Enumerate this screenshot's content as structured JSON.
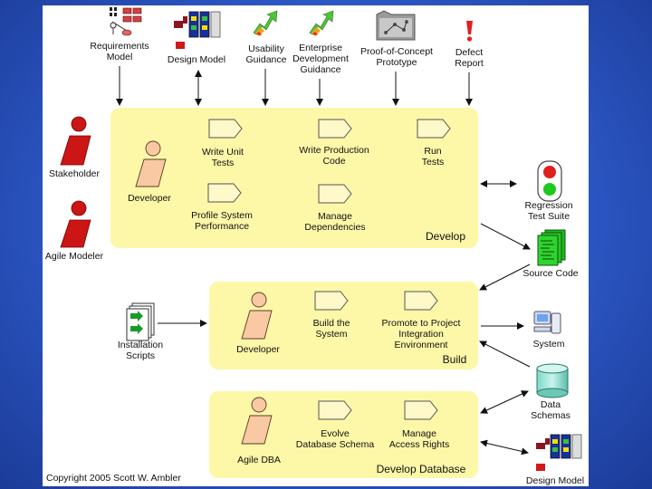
{
  "artifacts": {
    "requirements_model": "Requirements\nModel",
    "design_model": "Design Model",
    "usability_guidance": "Usability\nGuidance",
    "enterprise_guidance": "Enterprise\nDevelopment\nGuidance",
    "poc_prototype": "Proof-of-Concept\nPrototype",
    "defect_report": "Defect\nReport"
  },
  "actors": {
    "stakeholder": "Stakeholder",
    "agile_modeler": "Agile Modeler",
    "developer_develop": "Developer",
    "developer_build": "Developer",
    "agile_dba": "Agile DBA"
  },
  "develop": {
    "title": "Develop",
    "write_unit_tests": "Write Unit\nTests",
    "write_production_code": "Write Production\nCode",
    "run_tests": "Run\nTests",
    "profile_performance": "Profile System\nPerformance",
    "manage_dependencies": "Manage\nDependencies"
  },
  "build": {
    "title": "Build",
    "build_system": "Build the\nSystem",
    "promote": "Promote to Project\nIntegration\nEnvironment"
  },
  "develop_database": {
    "title": "Develop Database",
    "evolve_schema": "Evolve\nDatabase Schema",
    "manage_access": "Manage\nAccess Rights"
  },
  "right_artifacts": {
    "regression_suite": "Regression\nTest Suite",
    "source_code": "Source Code",
    "system": "System",
    "data_schemas": "Data\nSchemas",
    "design_model": "Design Model"
  },
  "left_artifacts": {
    "installation_scripts": "Installation\nScripts"
  },
  "copyright": "Copyright 2005 Scott W. Ambler"
}
